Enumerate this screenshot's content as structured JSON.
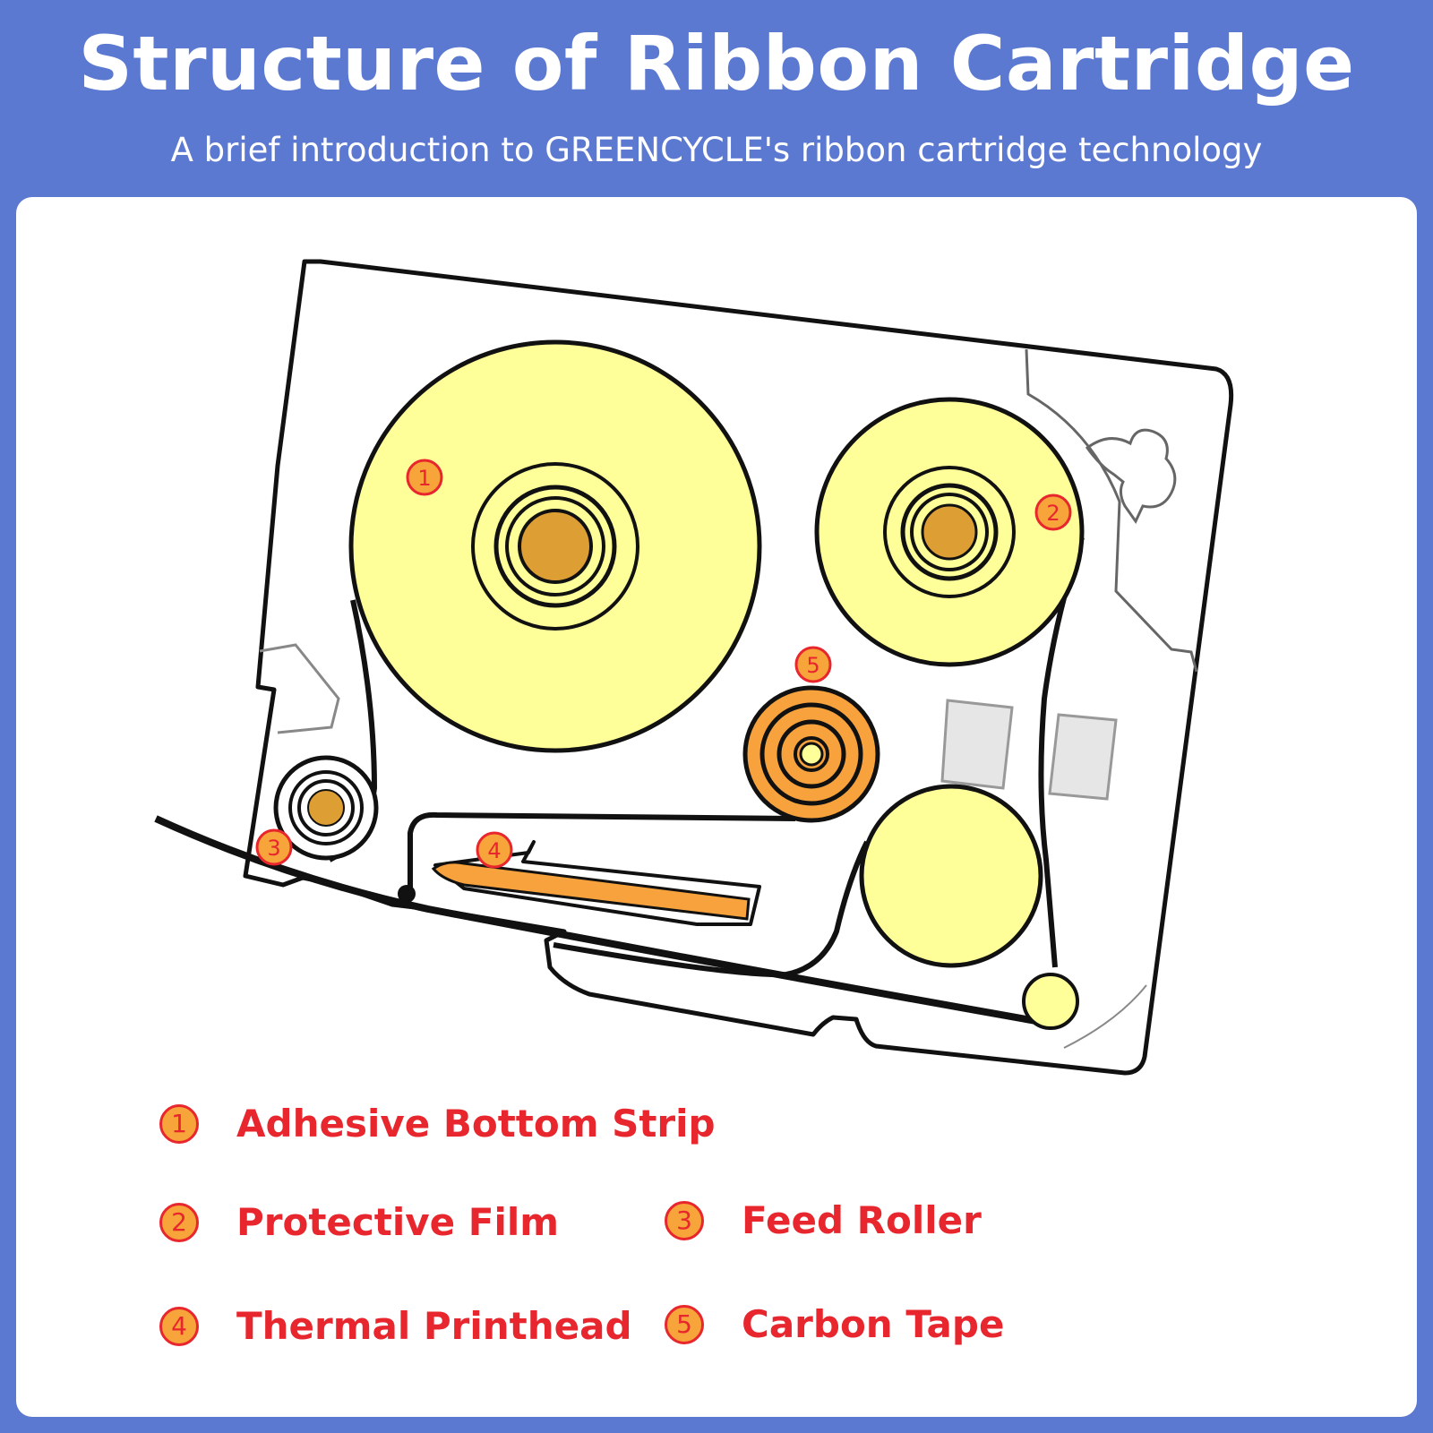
{
  "header": {
    "title": "Structure of Ribbon Cartridge",
    "subtitle": "A brief introduction to GREENCYCLE's ribbon cartridge technology"
  },
  "markers": [
    {
      "id": 1,
      "label": "1"
    },
    {
      "id": 2,
      "label": "2"
    },
    {
      "id": 3,
      "label": "3"
    },
    {
      "id": 4,
      "label": "4"
    },
    {
      "id": 5,
      "label": "5"
    }
  ],
  "legend": [
    {
      "number": "1",
      "label": "Adhesive Bottom Strip"
    },
    {
      "number": "2",
      "label": "Protective Film"
    },
    {
      "number": "3",
      "label": "Feed Roller"
    },
    {
      "number": "4",
      "label": "Thermal Printhead"
    },
    {
      "number": "5",
      "label": "Carbon Tape"
    }
  ],
  "colors": {
    "background": "#5c79d2",
    "panel": "#ffffff",
    "reel_fill": "#ffff99",
    "core_fill": "#dd9e34",
    "carbon_fill": "#f7a23c",
    "label_red": "#e8262e",
    "badge_orange": "#f7a43a"
  }
}
